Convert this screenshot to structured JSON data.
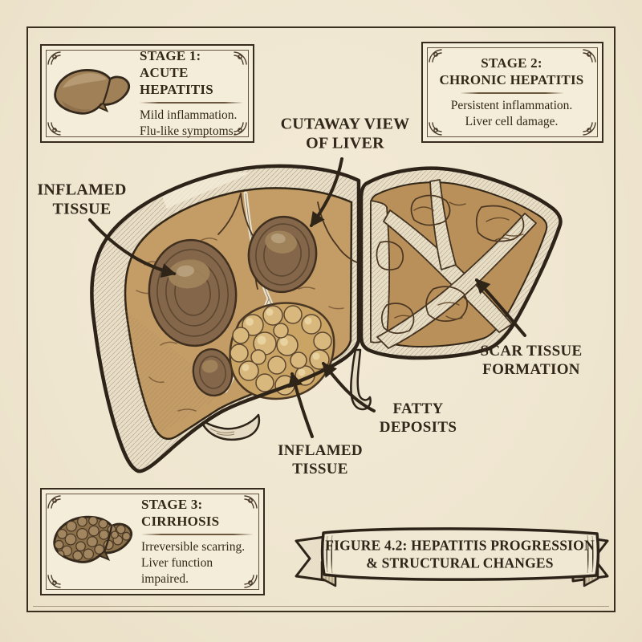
{
  "figure": {
    "domain": "medical-diagram",
    "banner_caption": "FIGURE 4.2: HEPATITIS PROGRESSION\n& STRUCTURAL CHANGES"
  },
  "stage_boxes": [
    {
      "title": "STAGE 1:\nACUTE HEPATITIS",
      "body": "Mild inflammation.\nFlu-like symptoms.",
      "icon": "liver-normal-illustration"
    },
    {
      "title": "STAGE 2:\nCHRONIC HEPATITIS",
      "body": "Persistent inflammation.\nLiver cell damage."
    },
    {
      "title": "STAGE 3:\nCIRRHOSIS",
      "body": "Irreversible scarring.\nLiver function\nimpaired.",
      "icon": "liver-cirrhotic-illustration"
    }
  ],
  "labels": {
    "cutaway": "CUTAWAY VIEW\nOF LIVER",
    "inflamed_left": "INFLAMED\nTISSUE",
    "inflamed_bottom": "INFLAMED\nTISSUE",
    "fatty": "FATTY\nDEPOSITS",
    "scar": "SCAR TISSUE\nFORMATION"
  },
  "icons": {
    "stage1": "liver-normal-illustration",
    "stage3": "liver-cirrhotic-illustration",
    "corners": "corner-flourish-icon"
  },
  "colors": {
    "background": "#f0e7d2",
    "ink_outline": "#2d2318",
    "box_fill": "#f4edda",
    "capsule_cream": "#e9dfc8",
    "parenchyma_left": "#c49c66",
    "parenchyma_right": "#b9905a",
    "inflamed_mass": "#84664a",
    "fatty_deposit": "#d8b87c",
    "scar_band": "#e8dec6"
  }
}
